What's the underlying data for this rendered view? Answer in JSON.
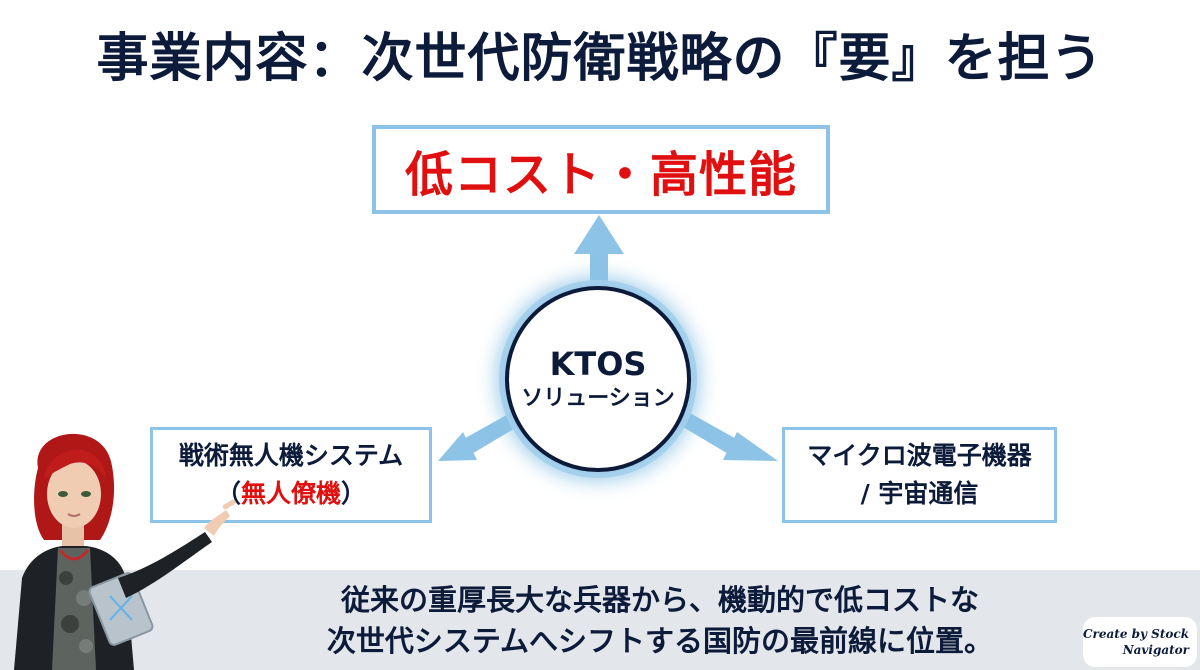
{
  "slide": {
    "title": "事業内容：次世代防衛戦略の『要』を担う",
    "top_box": {
      "label": "低コスト・高性能"
    },
    "hub": {
      "line1": "KTOS",
      "line2": "ソリューション"
    },
    "left_box": {
      "line1": "戦術無人機システム",
      "line2_open": "（",
      "line2_emphasis": "無人僚機",
      "line2_close": "）"
    },
    "right_box": {
      "line1": "マイクロ波電子機器",
      "line2": "/ 宇宙通信"
    },
    "bottom": {
      "line1": "従来の重厚長大な兵器から、機動的で低コストな",
      "line2": "次世代システムへシフトする国防の最前線に位置。"
    },
    "watermark": {
      "line1": "Create by Stock",
      "line2": "Navigator"
    }
  },
  "colors": {
    "navy": "#0d1b3a",
    "accent_red": "#e01010",
    "arrow_blue": "#8cc3e6",
    "band_gray": "#e3e6ea"
  },
  "icons": {
    "character": "presenter-character-illustration",
    "arrows": [
      "arrow-up-icon",
      "arrow-down-left-icon",
      "arrow-down-right-icon"
    ]
  }
}
